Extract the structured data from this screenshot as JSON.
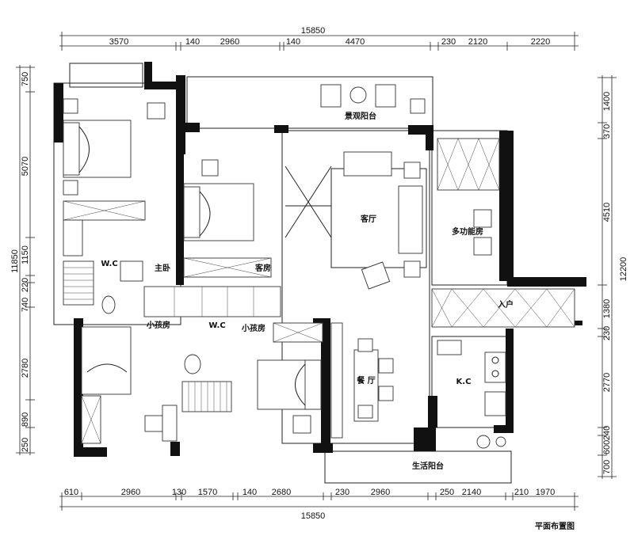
{
  "dimensions": {
    "top_total": "15850",
    "top_segments": [
      "3570",
      "140",
      "2960",
      "140",
      "4470",
      "230",
      "2120",
      "2220"
    ],
    "bottom_total": "15850",
    "bottom_segments": [
      "610",
      "2960",
      "130",
      "1570",
      "140",
      "2680",
      "230",
      "2960",
      "250",
      "2140",
      "210",
      "1970"
    ],
    "left_total": "11850",
    "left_segments": [
      "750",
      "5070",
      "1150",
      "220",
      "740",
      "2780",
      "890",
      "250"
    ],
    "right_total": "12200",
    "right_segments": [
      "1400",
      "370",
      "4510",
      "1380",
      "230",
      "2770",
      "240",
      "600",
      "700"
    ]
  },
  "rooms": {
    "landscape_balcony": "景观阳台",
    "living_room": "客厅",
    "multipurpose_room": "多功能房",
    "entrance": "入户",
    "kitchen": "K.C",
    "dining": "餐 厅",
    "living_balcony": "生活阳台",
    "master_bedroom": "主卧",
    "guest_room": "客房",
    "wc_master": "W.C",
    "wc_shared": "W.C",
    "kids_room_left": "小孩房",
    "kids_room_right": "小孩房"
  },
  "title": "平面布置图"
}
